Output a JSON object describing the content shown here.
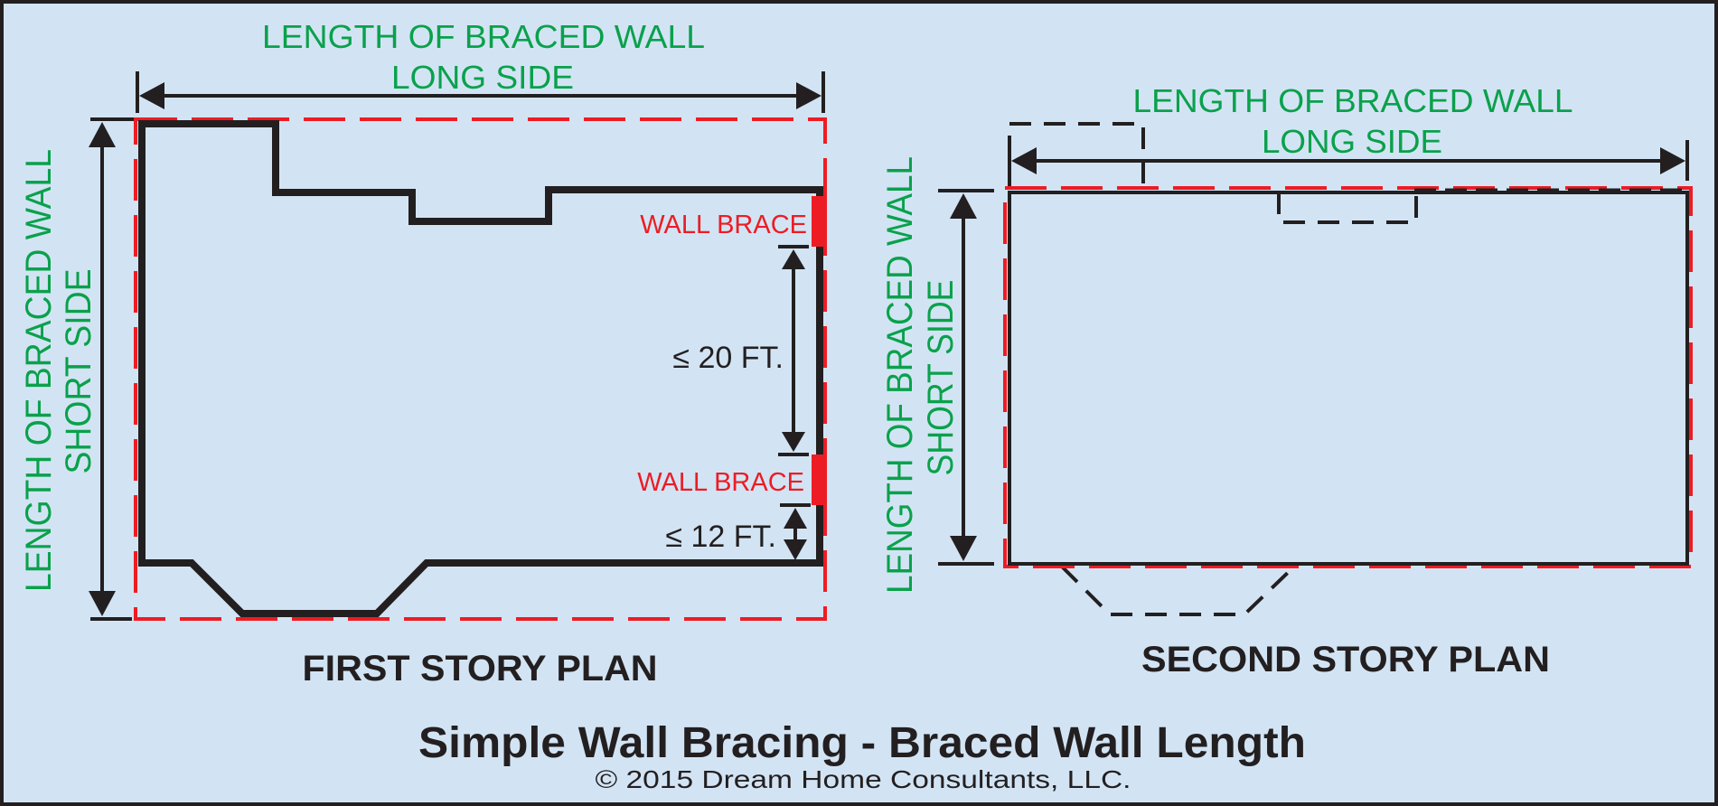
{
  "colors": {
    "background": "#d2e4f4",
    "dimension_text": "#0aa14b",
    "brace": "#ed1c24",
    "outline": "#231f20"
  },
  "first_story": {
    "long_side_label_line1": "LENGTH OF BRACED WALL",
    "long_side_label_line2": "LONG SIDE",
    "short_side_label_line1": "LENGTH OF BRACED WALL",
    "short_side_label_line2": "SHORT SIDE",
    "wall_brace_top": "WALL BRACE",
    "wall_brace_bottom": "WALL BRACE",
    "spacing_max": "≤ 20 FT.",
    "end_distance_max": "≤ 12 FT.",
    "caption": "FIRST STORY PLAN"
  },
  "second_story": {
    "long_side_label_line1": "LENGTH OF BRACED WALL",
    "long_side_label_line2": "LONG SIDE",
    "short_side_label_line1": "LENGTH OF BRACED WALL",
    "short_side_label_line2": "SHORT SIDE",
    "caption": "SECOND STORY PLAN"
  },
  "footer": {
    "title": "Simple Wall Bracing - Braced Wall Length",
    "copyright": "© 2015 Dream Home Consultants, LLC."
  }
}
